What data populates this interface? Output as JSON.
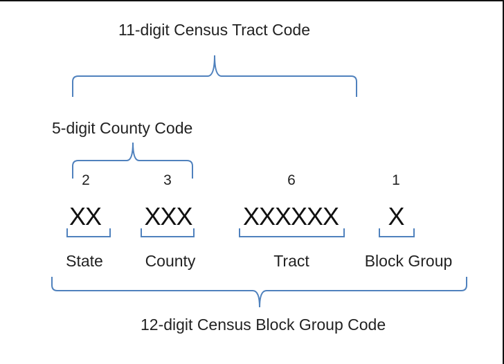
{
  "diagram": {
    "tract_code_label": "11-digit Census Tract Code",
    "county_code_label": "5-digit County Code",
    "block_group_code_label": "12-digit Census Block Group Code",
    "segments": [
      {
        "id": "state",
        "digits": "2",
        "code": "XX",
        "label": "State"
      },
      {
        "id": "county",
        "digits": "3",
        "code": "XXX",
        "label": "County"
      },
      {
        "id": "tract",
        "digits": "6",
        "code": "XXXXXX",
        "label": "Tract"
      },
      {
        "id": "block-group",
        "digits": "1",
        "code": "X",
        "label": "Block Group"
      }
    ],
    "brace_color": "#4f81bd"
  }
}
